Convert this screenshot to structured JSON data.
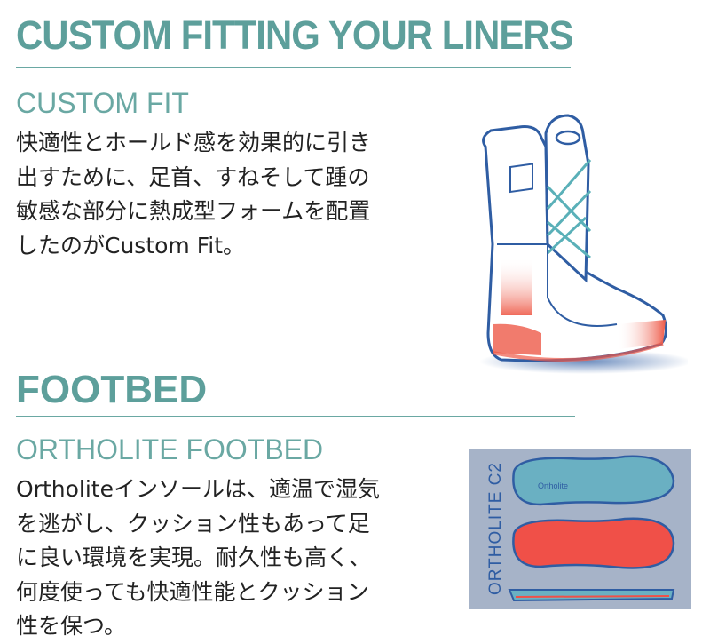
{
  "section1": {
    "title": "CUSTOM FITTING YOUR LINERS",
    "subtitle": "CUSTOM FIT",
    "lines": [
      "快適性とホールド感を効果的に引き",
      "出すために、足首、すねそして踵の",
      "敏感な部分に熱成型フォームを配置",
      "したのがCustom Fit。"
    ]
  },
  "section2": {
    "title": "FOOTBED",
    "subtitle": "ORTHOLITE FOOTBED",
    "lines": [
      "Ortholiteインソールは、適温で湿気",
      "を逃がし、クッション性もあって足",
      "に良い環境を実現。耐久性も高く、",
      "何度使っても快適性能とクッション",
      "性を保つ。"
    ],
    "image_label": "ORTHOLITE C2",
    "insole_logo": "Ortholite"
  },
  "colors": {
    "accent": "#5d9f9b",
    "outline": "#2f5da3",
    "heat": "#ee5a48",
    "insole_top": "#6ab0c2",
    "panel": "#a6b3c8"
  }
}
